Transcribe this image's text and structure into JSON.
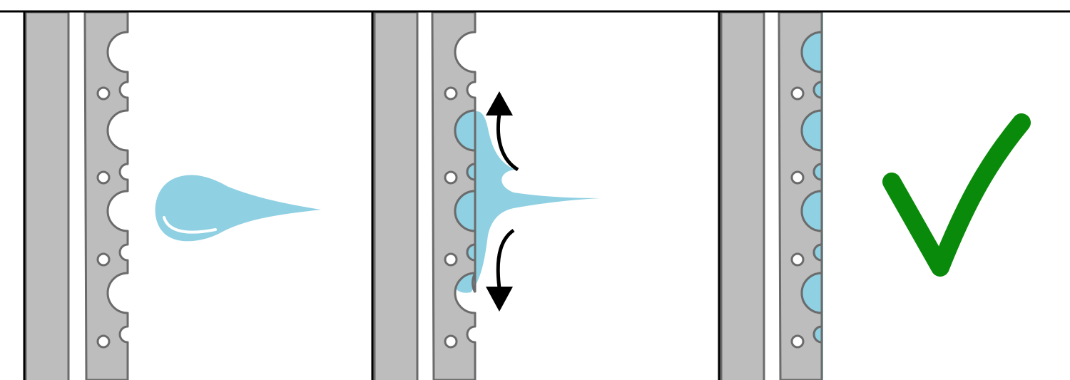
{
  "colors": {
    "plate": "#bdbdbd",
    "plate_stroke": "#6b6b6b",
    "water": "#8fd0e3",
    "highlight": "#ffffff",
    "arrow": "#000000",
    "check": "#0a8a0a",
    "border": "#000000"
  },
  "panels": [
    {
      "stage": "droplet-approach",
      "pores_filled": false
    },
    {
      "stage": "droplet-spreading",
      "pores_filled": "partial"
    },
    {
      "stage": "pores-filled",
      "pores_filled": true
    }
  ],
  "icons": [
    "up-curved-arrow-icon",
    "down-curved-arrow-icon",
    "checkmark-icon"
  ]
}
